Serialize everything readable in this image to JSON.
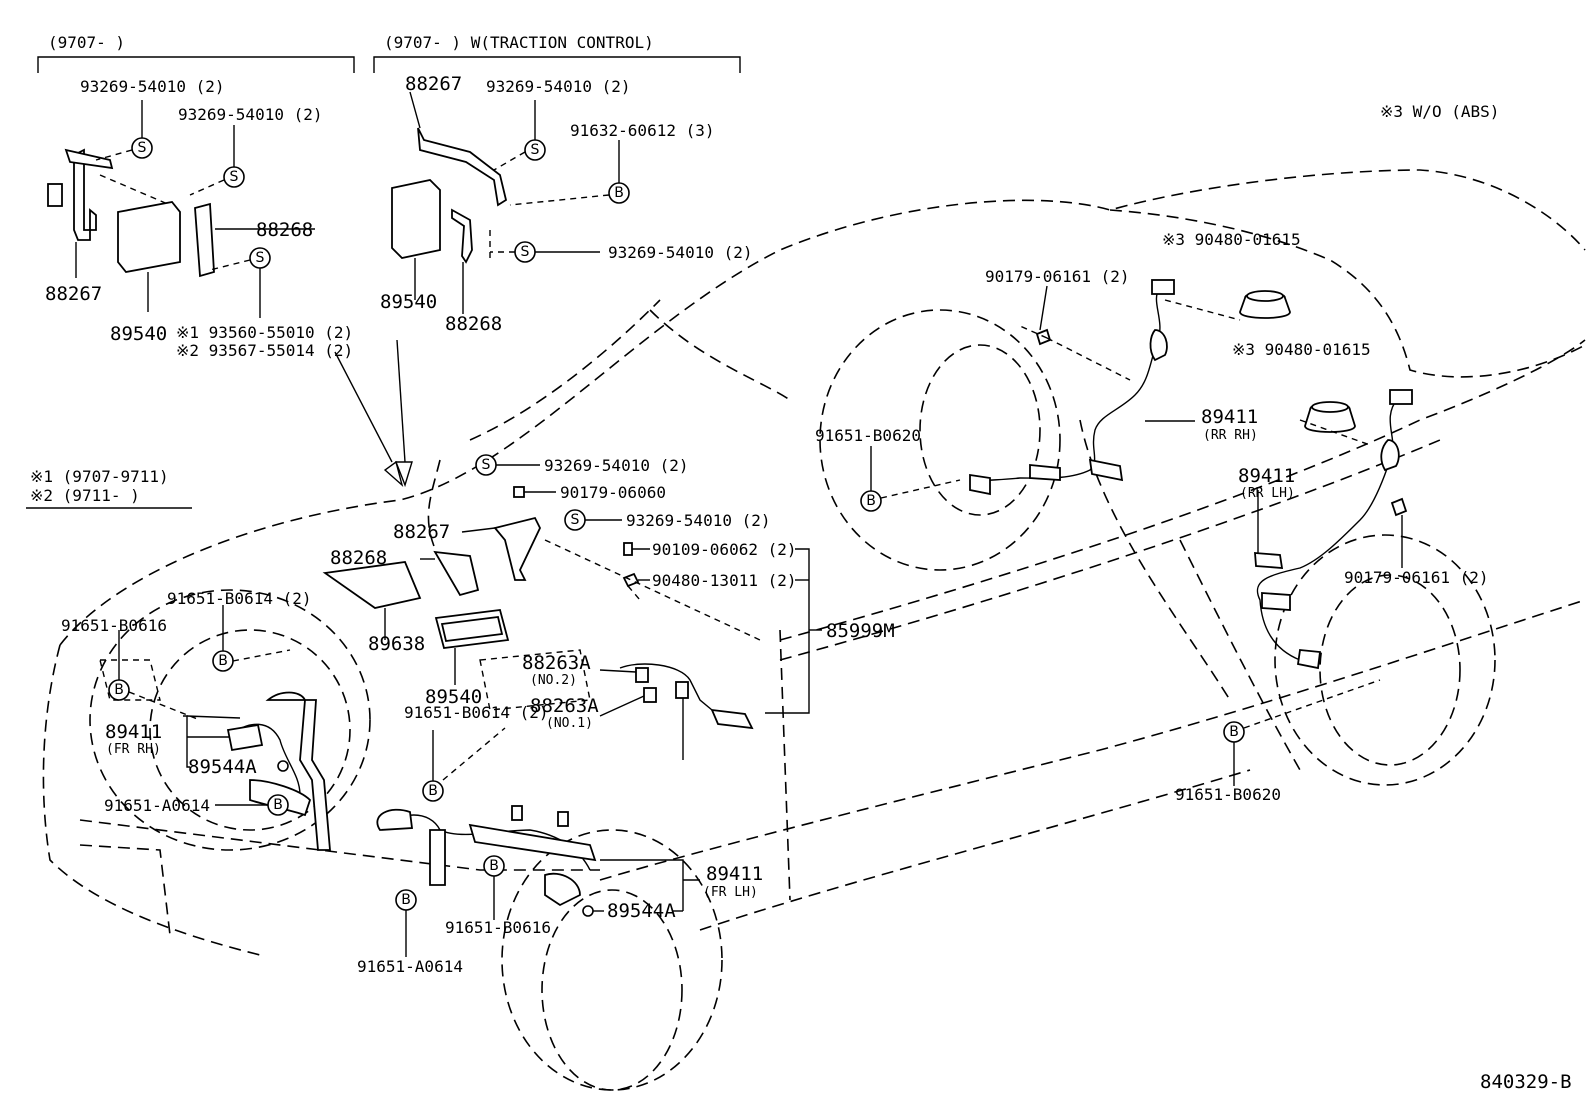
{
  "diagram_id": "840329-B",
  "notes": {
    "n1": "※1 (9707-9711)",
    "n2": "※2 (9711-     )",
    "n3": "※3 W/O (ABS)"
  },
  "groups": {
    "left": "(9707-     )",
    "mid": "(9707-     ) W(TRACTION CONTROL)"
  },
  "fastener_marks": {
    "s": "S",
    "b": "B"
  },
  "labels": {
    "l01": "93269-54010 (2)",
    "l02": "93269-54010 (2)",
    "l03": "88268",
    "l04": "88267",
    "l05": "89540",
    "l06": "※1 93560-55010 (2)",
    "l07": "※2 93567-55014 (2)",
    "l08": "88267",
    "l09": "93269-54010 (2)",
    "l10": "91632-60612 (3)",
    "l11": "93269-54010 (2)",
    "l12": "89540",
    "l13": "88268",
    "l14": "93269-54010 (2)",
    "l15": "90179-06060",
    "l16": "93269-54010 (2)",
    "l17": "88267",
    "l18": "88268",
    "l19": "90109-06062 (2)",
    "l20": "90480-13011 (2)",
    "l21": "85999M",
    "l22": "89638",
    "l23": "89540",
    "l24": "88263A",
    "l25": "(NO.2)",
    "l26": "88263A",
    "l27": "(NO.1)",
    "l28": "91651-B0614 (2)",
    "l29": "91651-B0616",
    "l30": "89411",
    "l31": "(FR RH)",
    "l32": "89544A",
    "l33": "91651-A0614",
    "l34": "91651-B0614 (2)",
    "l35": "89411",
    "l36": "(FR LH)",
    "l37": "89544A",
    "l38": "91651-B0616",
    "l39": "91651-A0614",
    "l40": "※3 90480-01615",
    "l41": "90179-06161 (2)",
    "l42": "※3 90480-01615",
    "l43": "89411",
    "l44": "(RR RH)",
    "l45": "91651-B0620",
    "l46": "89411",
    "l47": "(RR LH)",
    "l48": "90179-06161 (2)",
    "l49": "91651-B0620"
  }
}
